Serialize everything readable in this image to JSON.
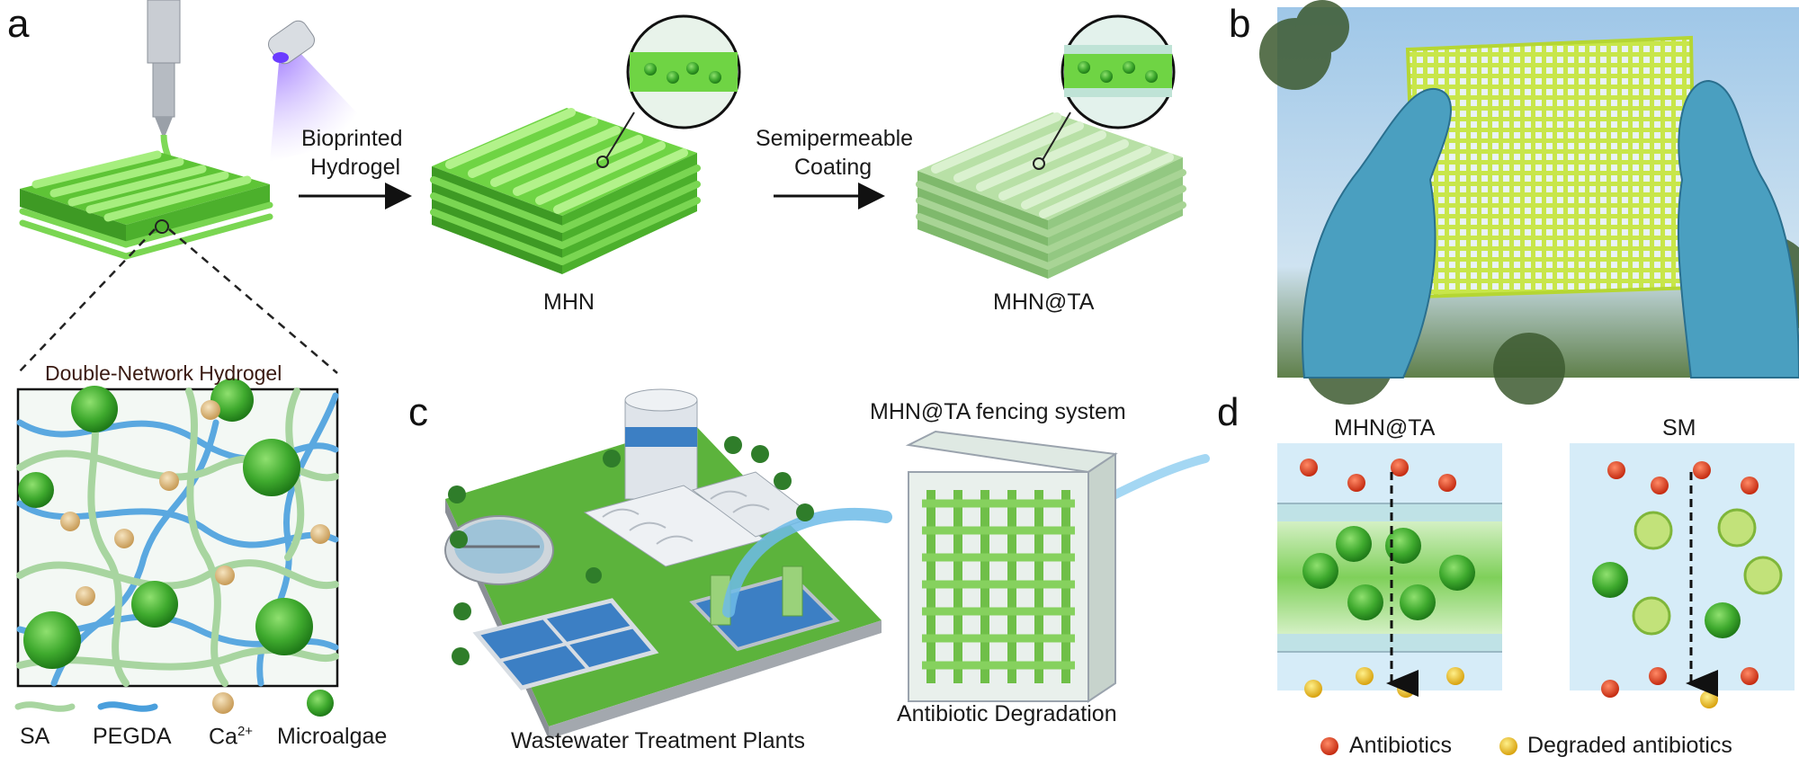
{
  "panels": {
    "a": {
      "letter": "a",
      "arrow1_line1": "Bioprinted",
      "arrow1_line2": "Hydrogel",
      "arrow2_line1": "Semipermeable",
      "arrow2_line2": "Coating",
      "mhn_label": "MHN",
      "mhnta_label": "MHN@TA",
      "network_title": "Double-Network Hydrogel",
      "legend": {
        "sa": "SA",
        "pegda": "PEGDA",
        "ca": "Ca",
        "ca_sup": "2+",
        "microalgae": "Microalgae"
      }
    },
    "b": {
      "letter": "b"
    },
    "c": {
      "letter": "c",
      "fencing_title": "MHN@TA fencing system",
      "plant_label": "Wastewater Treatment Plants",
      "degradation_label": "Antibiotic Degradation"
    },
    "d": {
      "letter": "d",
      "left_title": "MHN@TA",
      "right_title": "SM",
      "legend_antibiotics": "Antibiotics",
      "legend_degraded": "Degraded antibiotics"
    }
  },
  "colors": {
    "hydrogel_green": "#7ed957",
    "hydrogel_dark": "#4caf2a",
    "coated_green": "#a9d89a",
    "sa_strand": "#a8d5a0",
    "pegda_strand": "#4a9fdc",
    "calcium": "#e0c08a",
    "microalgae": "#3faa2e",
    "antibiotic_red": "#e23b1a",
    "degraded_yellow": "#f2c81c",
    "panel_bg_blue": "#d6ecf8",
    "uv_purple": "#7b4dff"
  }
}
